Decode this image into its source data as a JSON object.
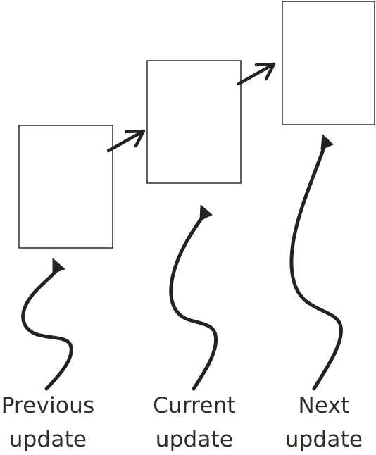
{
  "diagram": {
    "stages": [
      {
        "line1": "Previous",
        "line2": "update"
      },
      {
        "line1": "Current",
        "line2": "update"
      },
      {
        "line1": "Next",
        "line2": "update"
      }
    ]
  },
  "colors": {
    "ink": "#24231d",
    "text": "#2f2f28",
    "box_border": "#2b2b24",
    "background": "#ffffff"
  }
}
